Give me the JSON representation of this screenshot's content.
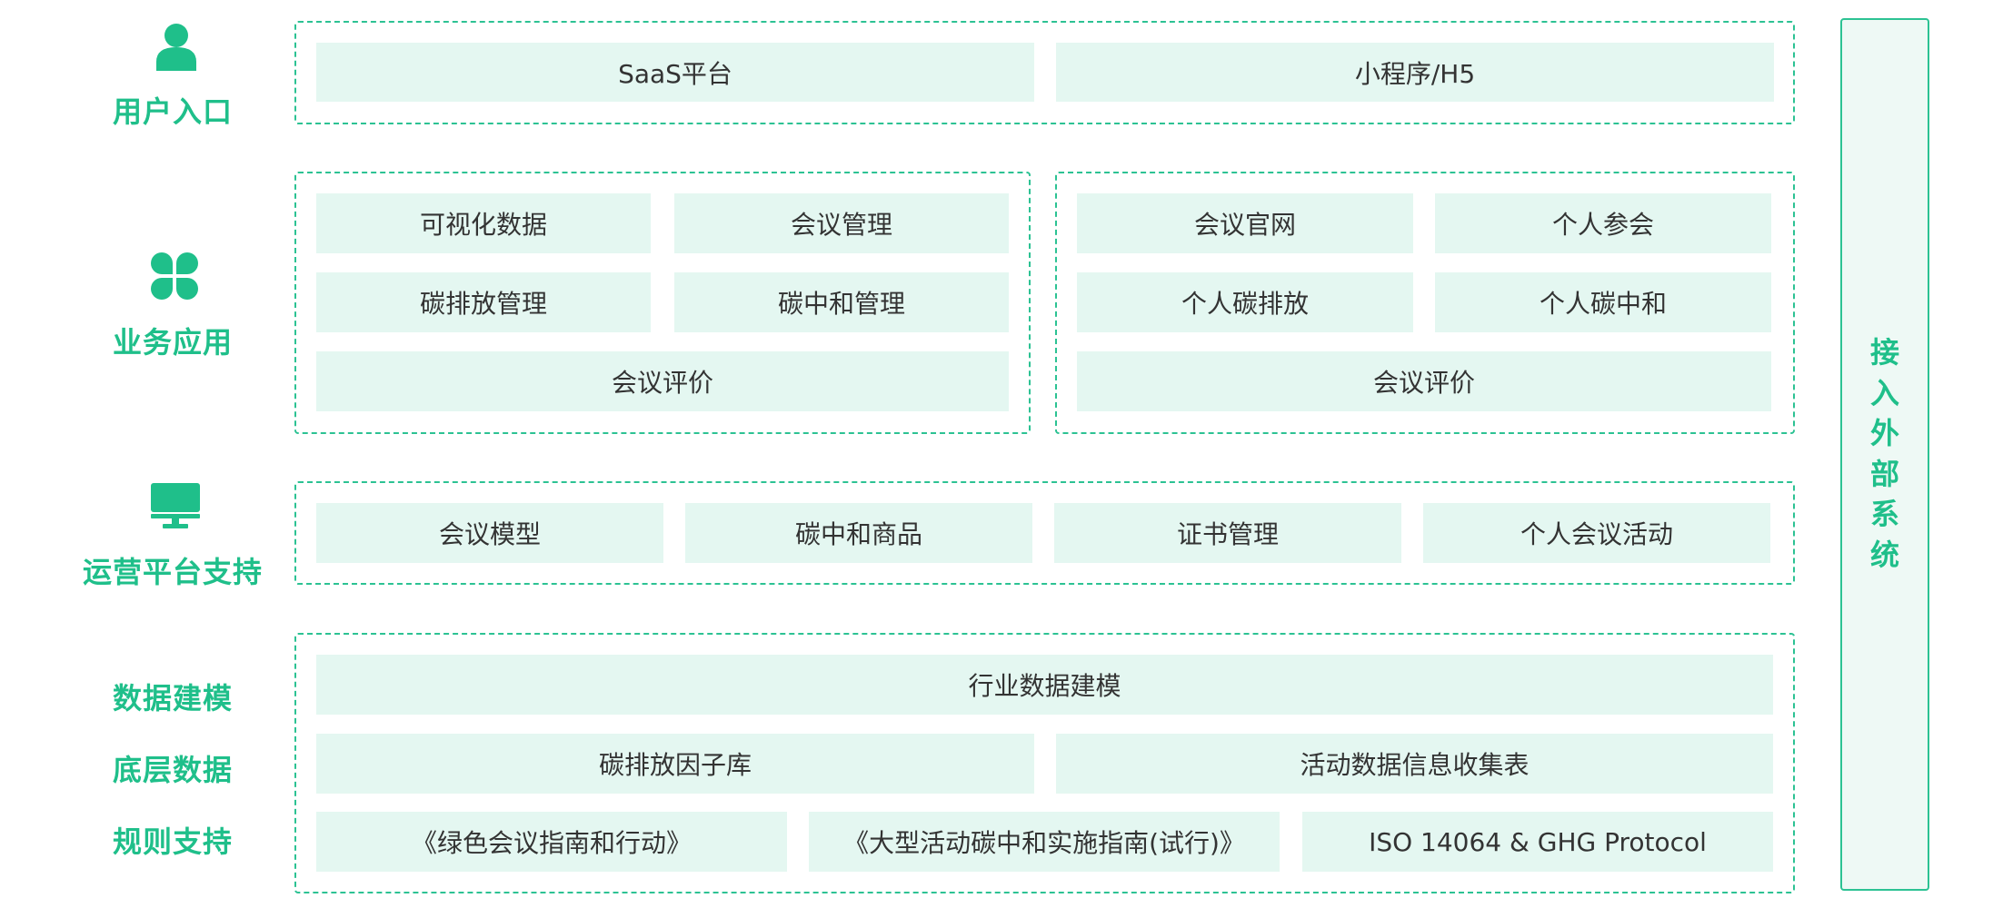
{
  "colors": {
    "accent": "#1fbf8a",
    "border": "#2cc293",
    "box_fill": "#e4f7f1",
    "text": "#333333"
  },
  "layers": {
    "entry": {
      "label": "用户入口",
      "icon": "user-icon"
    },
    "app": {
      "label": "业务应用",
      "icon": "clover-icon"
    },
    "ops": {
      "label": "运营平台支持",
      "icon": "monitor-icon"
    },
    "data": {
      "label_model": "数据建模",
      "label_base": "底层数据",
      "label_rules": "规则支持"
    }
  },
  "entry": {
    "saas": "SaaS平台",
    "mini": "小程序/H5"
  },
  "app_left": {
    "viz": "可视化数据",
    "meeting_mgmt": "会议管理",
    "emission_mgmt": "碳排放管理",
    "neutral_mgmt": "碳中和管理",
    "evaluation": "会议评价"
  },
  "app_right": {
    "website": "会议官网",
    "personal_attend": "个人参会",
    "personal_emission": "个人碳排放",
    "personal_neutral": "个人碳中和",
    "evaluation": "会议评价"
  },
  "ops": {
    "model": "会议模型",
    "goods": "碳中和商品",
    "cert": "证书管理",
    "activity": "个人会议活动"
  },
  "data": {
    "industry_model": "行业数据建模",
    "factor_lib": "碳排放因子库",
    "activity_table": "活动数据信息收集表",
    "guide_green": "《绿色会议指南和行动》",
    "guide_large": "《大型活动碳中和实施指南(试行)》",
    "iso": "ISO 14064 & GHG Protocol"
  },
  "external": {
    "chars": [
      "接",
      "入",
      "外",
      "部",
      "系",
      "统"
    ]
  }
}
